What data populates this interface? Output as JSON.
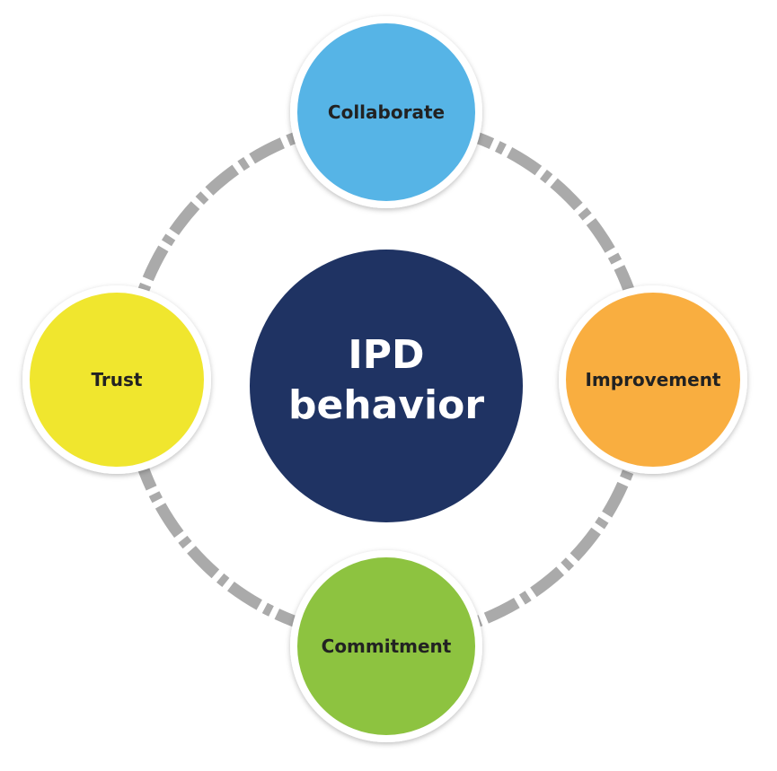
{
  "diagram": {
    "center": {
      "line1": "IPD",
      "line2": "behavior",
      "color": "#1f3363"
    },
    "nodes": [
      {
        "label": "Collaborate",
        "color": "#56b4e6"
      },
      {
        "label": "Improvement",
        "color": "#f9ae40"
      },
      {
        "label": "Commitment",
        "color": "#8dc33f"
      },
      {
        "label": "Trust",
        "color": "#f0e62e"
      }
    ],
    "ring_color": "#aaaaaa",
    "node_border_color": "#ffffff"
  }
}
